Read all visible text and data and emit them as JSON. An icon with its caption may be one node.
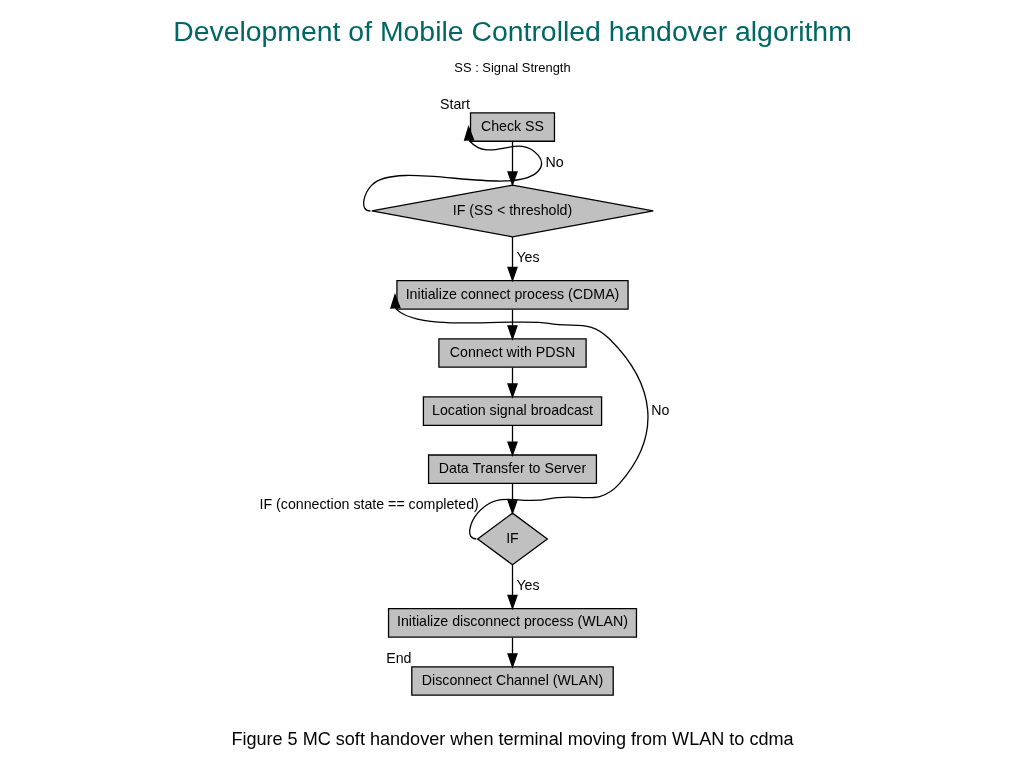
{
  "diagram": {
    "title": "Development of Mobile Controlled handover algorithm",
    "caption": "Figure 5 MC soft handover when terminal moving from WLAN to cdma",
    "nodes": [
      {
        "text": [
          "Check SS"
        ],
        "beside": [
          "Start"
        ]
      },
      {
        "text": [
          "IF (SS < threshold)"
        ]
      },
      {
        "text": [
          "Initialize connect process (CDMA)"
        ]
      },
      {
        "text": [
          "Connect with PDSN"
        ]
      },
      {
        "text": [
          "Location signal broadcast"
        ]
      },
      {
        "text": [
          "Data Transfer to Server"
        ]
      },
      {
        "text": [
          "IF"
        ],
        "beside": [
          "IF (connection state == completed)"
        ]
      },
      {
        "text": [
          "Initialize disconnect process (WLAN)"
        ]
      },
      {
        "text": [
          "Disconnect Channel (WLAN)"
        ],
        "beside": [
          "End"
        ]
      }
    ],
    "edges": [
      {
        "from": 0,
        "to": 1,
        "arrow": "to"
      },
      {
        "from": 1,
        "to": 0,
        "arrow": "to",
        "label": "No"
      },
      {
        "from": 1,
        "to": 2,
        "arrow": "to",
        "label": "Yes"
      },
      {
        "from": 2,
        "to": 3,
        "arrow": "to"
      },
      {
        "from": 3,
        "to": 4,
        "arrow": "to"
      },
      {
        "from": 4,
        "to": 5,
        "arrow": "to"
      },
      {
        "from": 5,
        "to": 6,
        "arrow": "to"
      },
      {
        "from": 6,
        "to": 2,
        "arrow": "to",
        "label": "No"
      },
      {
        "from": 6,
        "to": 7,
        "arrow": "to",
        "label": "Yes"
      },
      {
        "from": 7,
        "to": 8,
        "arrow": "to"
      }
    ],
    "labels": [
      "SS : Signal Strength"
    ]
  }
}
